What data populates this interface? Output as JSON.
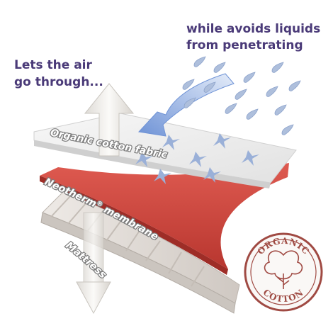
{
  "captions": {
    "top": [
      "while avoids liquids",
      "from penetrating"
    ],
    "left": [
      "Lets the air",
      "go through..."
    ]
  },
  "layers": {
    "fabric": "Organic cotton fabric",
    "membrane_name": "Neotherm",
    "membrane_mark": "®",
    "membrane_suffix": " membrane",
    "mattress": "Mattress"
  },
  "seal": {
    "top": "ORGANIC",
    "bottom": "COTTON"
  },
  "colors": {
    "caption_text": "#4a3a78",
    "fabric": "#ebebeb",
    "membrane": "#c9423b",
    "mattress": "#d9d4cf",
    "drops": "#aebfdc",
    "liquid_arrow": "#7f9fda",
    "air_arrow": "#f2f0ec",
    "seal": "#a04a43"
  }
}
